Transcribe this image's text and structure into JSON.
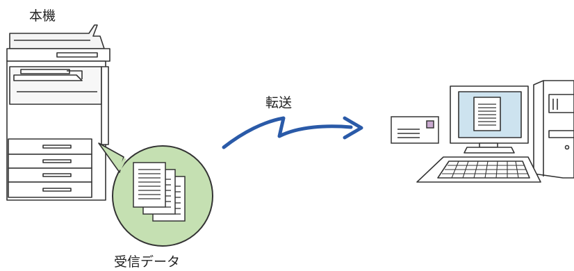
{
  "labels": {
    "machine": "本機",
    "transfer": "転送",
    "received_data": "受信データ"
  },
  "colors": {
    "arrow": "#2a5aa8",
    "bubble": "#c5e0b2",
    "screen": "#cde3ef",
    "envelope_stamp": "#c9a9cf"
  },
  "icons": {
    "device": "multifunction-printer-icon",
    "documents": "documents-icon",
    "arrow": "zigzag-arrow-icon",
    "email": "envelope-icon",
    "computer": "desktop-computer-icon"
  }
}
